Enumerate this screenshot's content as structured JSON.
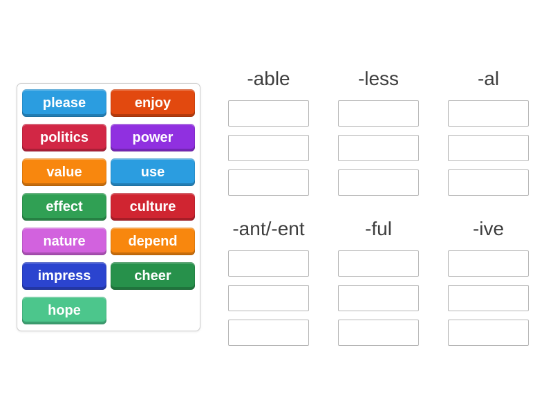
{
  "word_bank": {
    "tiles": [
      {
        "label": "please",
        "color": "#2b9de0"
      },
      {
        "label": "enjoy",
        "color": "#e2490f"
      },
      {
        "label": "politics",
        "color": "#d22745"
      },
      {
        "label": "power",
        "color": "#9030e0"
      },
      {
        "label": "value",
        "color": "#f8870e"
      },
      {
        "label": "use",
        "color": "#2b9de0"
      },
      {
        "label": "effect",
        "color": "#30a054"
      },
      {
        "label": "culture",
        "color": "#d02531"
      },
      {
        "label": "nature",
        "color": "#d262de"
      },
      {
        "label": "depend",
        "color": "#f8870e"
      },
      {
        "label": "impress",
        "color": "#2b44cf"
      },
      {
        "label": "cheer",
        "color": "#27914b"
      },
      {
        "label": "hope",
        "color": "#4cc68c"
      }
    ]
  },
  "groups": [
    {
      "label": "-able",
      "slots": 3
    },
    {
      "label": "-less",
      "slots": 3
    },
    {
      "label": "-al",
      "slots": 3
    },
    {
      "label": "-ant/-ent",
      "slots": 3
    },
    {
      "label": "-ful",
      "slots": 3
    },
    {
      "label": "-ive",
      "slots": 3
    }
  ],
  "colors": {
    "background": "#ffffff",
    "panel_border": "#cbcbcb",
    "slot_border": "#b5b5b5",
    "header_text": "#3d3d3d",
    "tile_text": "#ffffff"
  }
}
